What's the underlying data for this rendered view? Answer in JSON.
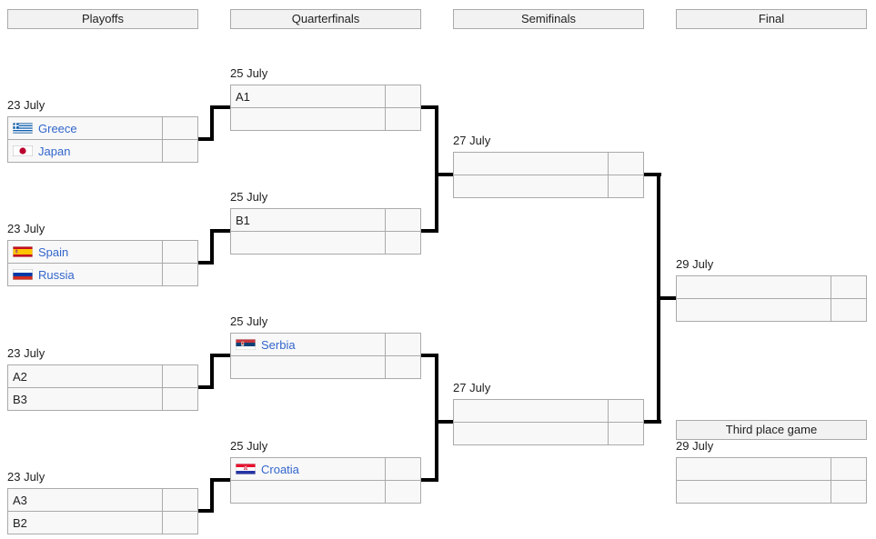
{
  "rounds": {
    "playoffs_label": "Playoffs",
    "quarterfinals_label": "Quarterfinals",
    "semifinals_label": "Semifinals",
    "final_label": "Final",
    "third_place_label": "Third place game"
  },
  "matches": {
    "p1": {
      "date": "23 July",
      "rows": [
        {
          "team": "Greece",
          "flag": "greece-flag-icon",
          "score": ""
        },
        {
          "team": "Japan",
          "flag": "japan-flag-icon",
          "score": ""
        }
      ]
    },
    "p2": {
      "date": "23 July",
      "rows": [
        {
          "team": "Spain",
          "flag": "spain-flag-icon",
          "score": ""
        },
        {
          "team": "Russia",
          "flag": "russia-flag-icon",
          "score": ""
        }
      ]
    },
    "p3": {
      "date": "23 July",
      "rows": [
        {
          "team": "A2",
          "flag": "",
          "score": ""
        },
        {
          "team": "B3",
          "flag": "",
          "score": ""
        }
      ]
    },
    "p4": {
      "date": "23 July",
      "rows": [
        {
          "team": "A3",
          "flag": "",
          "score": ""
        },
        {
          "team": "B2",
          "flag": "",
          "score": ""
        }
      ]
    },
    "qf1": {
      "date": "25 July",
      "rows": [
        {
          "team": "A1",
          "flag": "",
          "score": ""
        },
        {
          "team": "",
          "flag": "",
          "score": ""
        }
      ]
    },
    "qf2": {
      "date": "25 July",
      "rows": [
        {
          "team": "B1",
          "flag": "",
          "score": ""
        },
        {
          "team": "",
          "flag": "",
          "score": ""
        }
      ]
    },
    "qf3": {
      "date": "25 July",
      "rows": [
        {
          "team": "Serbia",
          "flag": "serbia-flag-icon",
          "score": ""
        },
        {
          "team": "",
          "flag": "",
          "score": ""
        }
      ]
    },
    "qf4": {
      "date": "25 July",
      "rows": [
        {
          "team": "Croatia",
          "flag": "croatia-flag-icon",
          "score": ""
        },
        {
          "team": "",
          "flag": "",
          "score": ""
        }
      ]
    },
    "sf1": {
      "date": "27 July",
      "rows": [
        {
          "team": "",
          "flag": "",
          "score": ""
        },
        {
          "team": "",
          "flag": "",
          "score": ""
        }
      ]
    },
    "sf2": {
      "date": "27 July",
      "rows": [
        {
          "team": "",
          "flag": "",
          "score": ""
        },
        {
          "team": "",
          "flag": "",
          "score": ""
        }
      ]
    },
    "final": {
      "date": "29 July",
      "rows": [
        {
          "team": "",
          "flag": "",
          "score": ""
        },
        {
          "team": "",
          "flag": "",
          "score": ""
        }
      ]
    },
    "third": {
      "date": "29 July",
      "rows": [
        {
          "team": "",
          "flag": "",
          "score": ""
        },
        {
          "team": "",
          "flag": "",
          "score": ""
        }
      ]
    }
  },
  "colors": {
    "link_color": "#3366cc",
    "connector_color": "#000000",
    "cell_background": "#f8f8f8",
    "header_background": "#f2f2f2",
    "border_color": "#aaaaaa"
  }
}
